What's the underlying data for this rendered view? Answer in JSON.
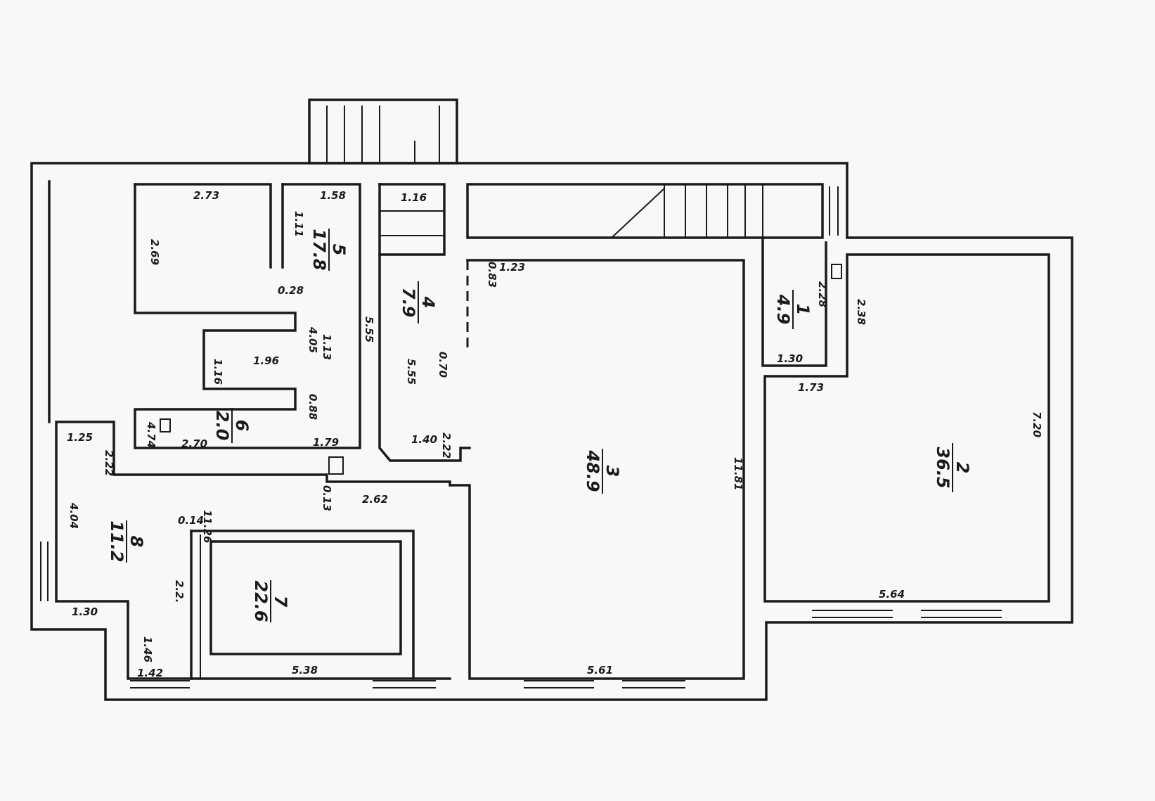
{
  "rooms": [
    {
      "number": "1",
      "area": "4.9"
    },
    {
      "number": "2",
      "area": "36.5"
    },
    {
      "number": "3",
      "area": "48.9"
    },
    {
      "number": "4",
      "area": "7.9"
    },
    {
      "number": "5",
      "area": "17.8"
    },
    {
      "number": "6",
      "area": "2.0"
    },
    {
      "number": "7",
      "area": "22.6"
    },
    {
      "number": "8",
      "area": "11.2"
    }
  ],
  "dimensions": {
    "r5_top_left": "2.73",
    "r5_top_right": "1.58",
    "r5_left": "2.69",
    "r5_niche": "1.11",
    "r5_niche_w": "0.28",
    "r5_step": "1.13",
    "r5_mid": "4.05",
    "r5_right": "5.55",
    "r5_lower": "1.96",
    "r5_lower_left": "1.16",
    "r5_lower_right": "0.88",
    "r6_left": "4.74",
    "r6_bottom": "2.70",
    "r5_bottom": "1.79",
    "stair_top": "1.16",
    "r4_left": "5.55",
    "r4_door": "0.70",
    "r4_bottom": "1.40",
    "r4_right": "2.22",
    "r3_top": "1.23",
    "r3_top_small": "0.83",
    "r3_right": "11.81",
    "r3_bottom": "5.61",
    "r8_top": "1.25",
    "r8_right_top": "2.22",
    "r8_left": "4.04",
    "r8_bottom": "1.30",
    "r8_lower": "1.46",
    "r8_base": "1.42",
    "corridor_small": "0.13",
    "corridor": "2.62",
    "r7_gap": "0.14",
    "r7_top": "11.26",
    "r7_left": "2.2.",
    "r7_bottom": "5.38",
    "r1_right": "2.28",
    "r1_bottom": "1.30",
    "r2_top_left": "1.73",
    "r2_left": "2.38",
    "r2_right": "7.20",
    "r2_bottom": "5.64"
  }
}
